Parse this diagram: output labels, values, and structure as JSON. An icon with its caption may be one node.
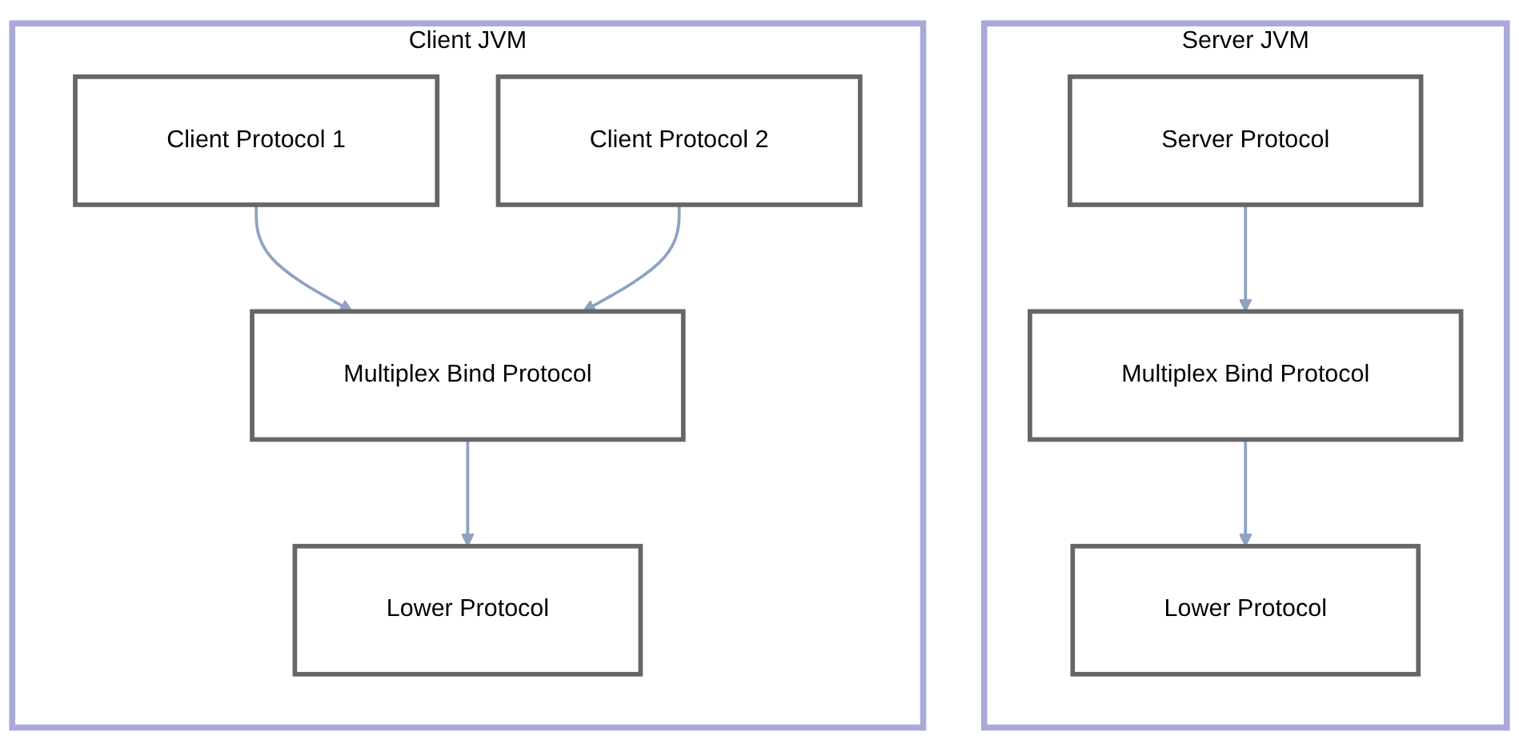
{
  "diagram": {
    "nodes": [
      {
        "text": [
          "Server JVM"
        ]
      },
      {
        "text": [
          "Server Protocol"
        ],
        "in": 0
      },
      {
        "text": [
          "Multiplex Bind Protocol"
        ],
        "in": 0
      },
      {
        "text": [
          "Lower Protocol"
        ],
        "in": 0
      },
      {
        "text": [
          "Client JVM"
        ]
      },
      {
        "text": [
          "Client Protocol 1"
        ],
        "in": 4
      },
      {
        "text": [
          "Client Protocol 2"
        ],
        "in": 4
      },
      {
        "text": [
          "Multiplex Bind Protocol"
        ],
        "in": 4
      },
      {
        "text": [
          "Lower Protocol"
        ],
        "in": 4
      }
    ],
    "edges": [
      {
        "from": 1,
        "to": 2,
        "arrow": "to"
      },
      {
        "from": 2,
        "to": 3,
        "arrow": "to"
      },
      {
        "from": 5,
        "to": 7,
        "arrow": "to"
      },
      {
        "from": 6,
        "to": 7,
        "arrow": "to"
      },
      {
        "from": 7,
        "to": 8,
        "arrow": "to"
      }
    ]
  }
}
